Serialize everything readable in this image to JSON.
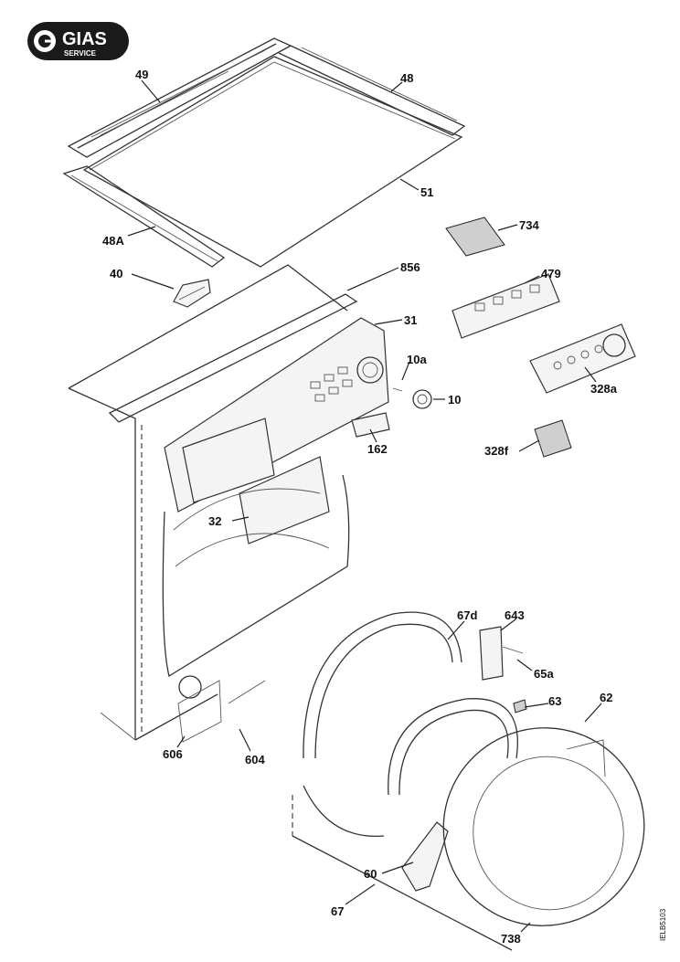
{
  "logo": {
    "brand": "GIAS",
    "sub": "SERVICE"
  },
  "labels": {
    "p49": "49",
    "p48": "48",
    "p51": "51",
    "p734": "734",
    "p48A": "48A",
    "p40": "40",
    "p856": "856",
    "p479": "479",
    "p31": "31",
    "p10a": "10a",
    "p10": "10",
    "p328a": "328a",
    "p162": "162",
    "p328f": "328f",
    "p32": "32",
    "p67d": "67d",
    "p643": "643",
    "p65a": "65a",
    "p62": "62",
    "p63": "63",
    "p606": "606",
    "p604": "604",
    "p60": "60",
    "p67": "67",
    "p738": "738"
  },
  "drawing_code": "IELB5103"
}
